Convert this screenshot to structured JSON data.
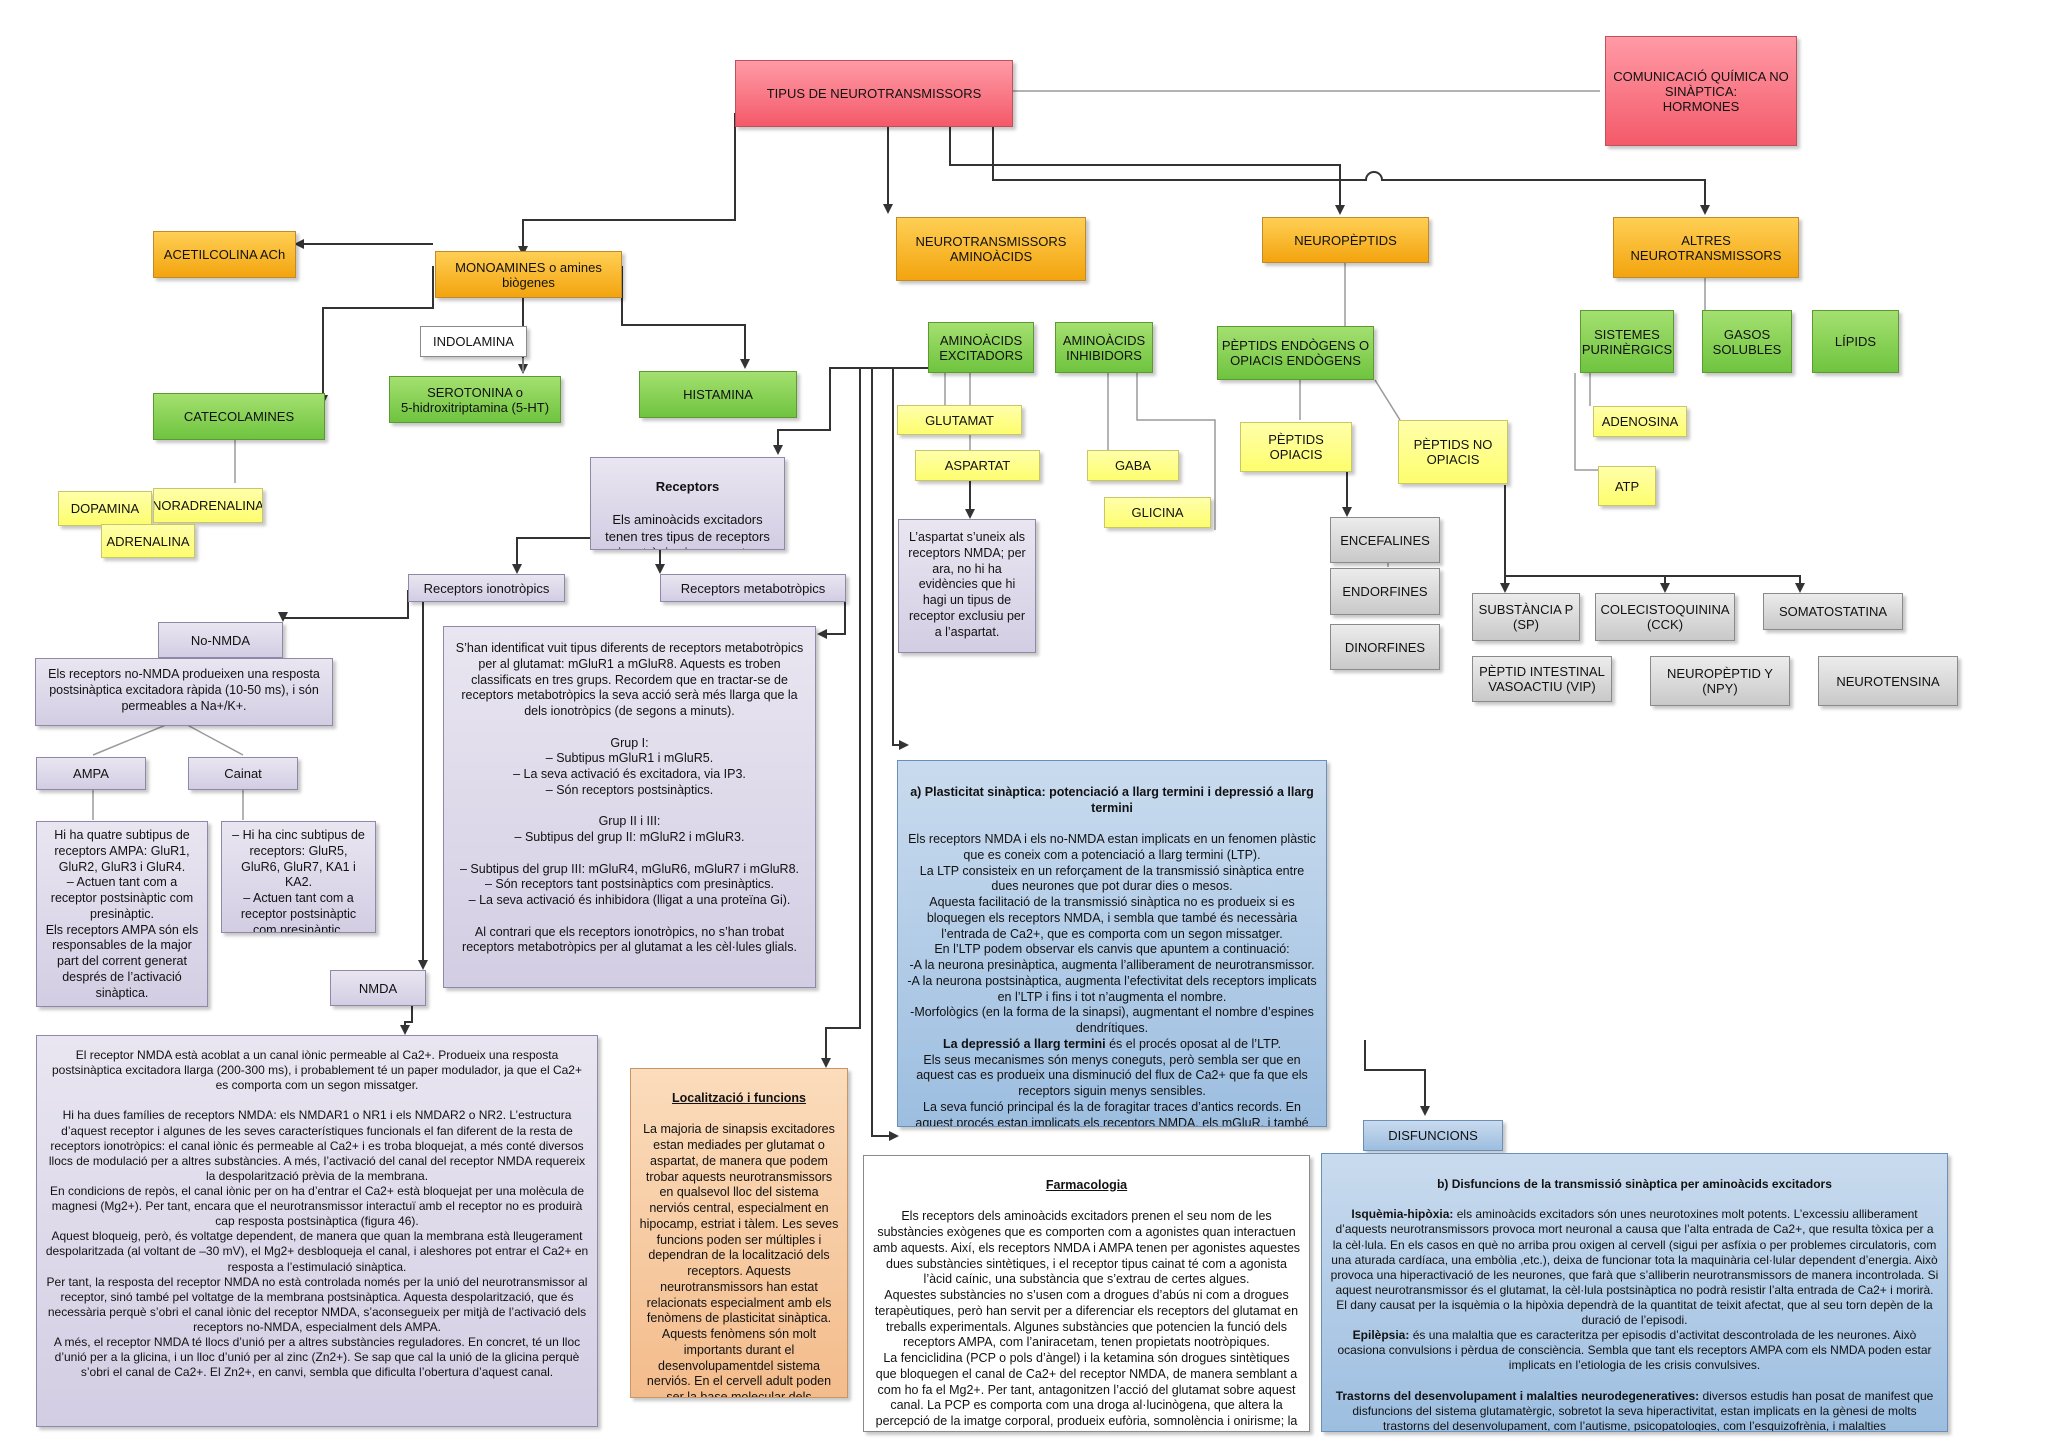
{
  "nodes": {
    "tipus": "TIPUS DE NEUROTRANSMISSORS",
    "comunicacio": "COMUNICACIÓ QUÍMICA NO\nSINÀPTICA:\nHORMONES",
    "acetilcolina": "ACETILCOLINA ACh",
    "monoamines": "MONOAMINES o amines\nbiògenes",
    "aminoacids": "NEUROTRANSMISSORS\nAMINOÀCIDS",
    "neuropeptids": "NEUROPÈPTIDS",
    "altres": "ALTRES\nNEUROTRANSMISSORS",
    "indolamina": "INDOLAMINA",
    "serotonina": "SEROTONINA o\n5-hidroxitriptamina (5-HT)",
    "histamina": "HISTAMINA",
    "catecolamines": "CATECOLAMINES",
    "dopamina": "DOPAMINA",
    "noradrenalina": "NORADRENALINA",
    "adrenalina": "ADRENALINA",
    "excitadors": "AMINOÀCIDS\nEXCITADORS",
    "inhibidors": "AMINOÀCIDS\nINHIBIDORS",
    "glutamat": "GLUTAMAT",
    "aspartat": "ASPARTAT",
    "gaba": "GABA",
    "glicina": "GLICINA",
    "aspartat_note": "L’aspartat s’uneix als receptors NMDA; per ara, no hi ha evidències que hi hagi un tipus de receptor exclusiu per a l’aspartat.",
    "peptids_endogens": "PÈPTIDS ENDÒGENS O\nOPIACIS ENDÒGENS",
    "peptids_opiacis": "PÈPTIDS OPIACIS",
    "peptids_no_opiacis": "PÈPTIDS NO\nOPIACIS",
    "encefalines": "ENCEFALINES",
    "endorfines": "ENDORFINES",
    "dinorfines": "DINORFINES",
    "substancia_p": "SUBSTÀNCIA P\n(SP)",
    "colecistoquinina": "COLECISTOQUININA\n(CCK)",
    "somatostatina": "SOMATOSTATINA",
    "vip": "PÈPTID INTESTINAL\nVASOACTIU (VIP)",
    "npy": "NEUROPÈPTID Y\n(NPY)",
    "neurotensina": "NEUROTENSINA",
    "purinergics": "SISTEMES\nPURINÈRGICS",
    "gasos": "GASOS\nSOLUBLES",
    "lipids": "LÍPIDS",
    "adenosina": "ADENOSINA",
    "atp": "ATP",
    "receptors_title": "Receptors",
    "receptors_body": "Els aminoàcids excitadors tenen tres tipus de receptors ionotròpics i un receptor metabotròpic.",
    "ionotropics": "Receptors ionotròpics",
    "metabotropics": "Receptors metabotròpics",
    "no_nmda": "No-NMDA",
    "no_nmda_desc": "Els receptors no-NMDA produeixen una resposta postsinàptica excitadora ràpida (10-50 ms), i són permeables a Na+/K+.",
    "ampa": "AMPA",
    "cainat": "Cainat",
    "ampa_desc": "Hi ha quatre subtipus de receptors AMPA: GluR1, GluR2, GluR3 i GluR4.\n– Actuen tant com a receptor postsinàptic com presinàptic.\nEls receptors AMPA són els responsables de la major part del corrent generat després de l’activació sinàptica.",
    "cainat_desc": "– Hi ha cinc subtipus de receptors: GluR5, GluR6, GluR7, KA1 i KA2.\n– Actuen tant com a receptor postsinàptic com presinàptic.",
    "nmda": "NMDA",
    "metabo_desc": "S’han identificat vuit tipus diferents de receptors metabotròpics per al glutamat: mGluR1 a mGluR8. Aquests es troben classificats en tres grups. Recordem que en tractar-se de receptors metabotròpics la seva acció serà més llarga que la dels ionotròpics (de segons a minuts).\n\nGrup I:\n– Subtipus mGluR1 i mGluR5.\n– La seva activació és excitadora, via IP3.\n– Són receptors postsinàptics.\n\nGrup II i III:\n– Subtipus del grup II: mGluR2 i mGluR3.\n\n– Subtipus del grup III: mGluR4, mGluR6, mGluR7 i mGluR8.\n– Són receptors tant postsinàptics com presinàptics.\n– La seva activació és inhibidora (lligat a una proteïna Gi).\n\nAl contrari que els receptors ionotròpics, no s’han trobat receptors metabotròpics per al glutamat a les cèl·lules glials.",
    "nmda_desc": "El receptor NMDA està acoblat a un canal iònic permeable al Ca2+. Produeix una resposta postsinàptica excitadora llarga (200-300 ms), i probablement té un paper modulador, ja que el Ca2+ es comporta com un segon missatger.\n\nHi ha dues famílies de receptors NMDA: els NMDAR1 o NR1 i els NMDAR2 o NR2. L’estructura d’aquest receptor i algunes de les seves característiques funcionals el fan diferent de la resta de receptors ionotròpics: el canal iònic és permeable al Ca2+ i es troba bloquejat, a més conté diversos llocs de modulació per a altres substàncies. A més, l’activació del canal del receptor NMDA requereix la despolarització prèvia de la membrana.\nEn condicions de repòs, el canal iònic per on ha d’entrar el Ca2+ està bloquejat per una molècula de magnesi (Mg2+). Per tant, encara que el neurotransmissor interactuï amb el receptor no es produirà cap resposta postsinàptica (figura 46).\nAquest bloqueig, però, és voltatge dependent, de manera que quan la membrana està lleugerament despolaritzada (al voltant de –30 mV), el Mg2+ desbloqueja el canal, i aleshores pot entrar el Ca2+ en resposta a l’estimulació sinàptica.\nPer tant, la resposta del receptor NMDA no està controlada només per la unió del neurotransmissor al receptor, sinó també pel voltatge de la membrana postsinàptica. Aquesta despolarització, que és necessària perquè s’obri el canal iònic del receptor NMDA, s’aconsegueix per mitjà de l’activació dels receptors no-NMDA, especialment dels AMPA.\nA més, el receptor NMDA té llocs d’unió per a altres substàncies reguladores. En concret, té un lloc d’unió per a la glicina, i un lloc d’unió per al zinc (Zn2+). Se sap que cal la unió de la glicina perquè s’obri el canal de Ca2+. El Zn2+, en canvi, sembla que dificulta l’obertura d’aquest canal.",
    "localitzacio_title": "Localització i funcions",
    "localitzacio_body": "La majoria de sinapsis excitadores estan mediades per glutamat o aspartat, de manera que podem trobar aquests neurotransmissors en qualsevol lloc del sistema nerviós central, especialment en hipocamp, estriat i tàlem. Les seves funcions poden ser múltiples i dependran de la localització dels receptors. Aquests neurotransmissors han estat relacionats especialment amb els fenòmens de plasticitat sinàptica. Aquests fenòmens són molt importants durant el desenvolupamentdel sistema nerviós. En el cervell adult poden ser la base molecular dels processos d’aprenentatge i memòria.",
    "farmacologia_title": "Farmacologia",
    "farmacologia_body": "Els receptors dels aminoàcids excitadors prenen el seu nom de les substàncies exògenes que es comporten com a agonistes quan interactuen amb aquests.  Així, els receptors NMDA i AMPA tenen per agonistes aquestes dues substàncies sintètiques, i el receptor tipus cainat té com a agonista l’àcid caínic, una substància que s’extrau de certes algues.\nAquestes substàncies no s’usen com a drogues d’abús ni com a drogues terapèutiques, però han servit per a diferenciar els receptors del glutamat en treballs experimentals. Algunes substàncies que potencien la funció dels receptors AMPA, com l’aniracetam, tenen propietats nootròpiques.\nLa fenciclidina (PCP o pols d’àngel) i la ketamina són drogues sintètiques que bloquegen el canal de Ca2+ del receptor NMDA, de manera semblant a com ho fa el Mg2+. Per tant, antagonitzen l’acció del glutamat sobre aquest canal. La PCP es comporta com una droga al·lucinògena, que altera la percepció de la imatge corporal, produeix eufòria, somnolència i onirisme; la ketamina produeix estats de dissociació.",
    "plasticitat_title": "a) Plasticitat sinàptica: potenciació a llarg termini i depressió a llarg termini",
    "plasticitat_body": "Els receptors NMDA i els no-NMDA estan implicats en un fenomen plàstic que es coneix com a potenciació a llarg termini (LTP).\nLa LTP consisteix en un reforçament de la transmissió sinàptica entre dues neurones que pot durar dies o mesos.\nAquesta facilitació de la transmissió sinàptica no es produeix si es bloquegen els receptors NMDA, i sembla que també és necessària l’entrada de Ca2+, que es comporta com un segon missatger.\nEn l’LTP podem observar els canvis que apuntem a continuació:\n-A la neurona presinàptica, augmenta l’alliberament de neurotransmissor.\n-A la neurona postsinàptica, augmenta l’efectivitat dels receptors implicats en l’LTP i fins i tot n’augmenta el nombre.\n-Morfològics (en la forma de la sinapsi), augmentant el nombre d’espines dendrítiques.",
    "depressio_title": "La depressió a llarg termini",
    "depressio_body": " és el procés oposat al de l’LTP.\nEls seus mecanismes són menys coneguts, però sembla ser que en aquest cas es produeix una disminució del flux de Ca2+ que fa que els receptors siguin menys sensibles.\nLa seva funció principal és la de foragitar traces d’antics records. En aquest procés estan implicats els receptors NMDA, els mGluR, i també altres tipus de receptors no glutamatèrgics, com els endocannabinoides.",
    "disfuncions": "DISFUNCIONS",
    "disf_title": "b) Disfuncions de la transmissió sinàptica per aminoàcids excitadors",
    "isquemia_label": "Isquèmia-hipòxia:",
    "isquemia_body": " els aminoàcids excitadors són unes neurotoxines molt potents. L’excessiu alliberament d’aquests neurotransmissors provoca mort neuronal a causa que l’alta entrada de Ca2+, que resulta tòxica per a la cèl·lula. En els casos en què no arriba prou oxigen al cervell (sigui per asfíxia o per problemes circulatoris, com una aturada cardíaca, una embòlia ,etc.), deixa de funcionar tota la maquinària cel·lular dependent d’energia. Això provoca una hiperactivació de les neurones, que farà que s’alliberin neurotransmissors de manera incontrolada. Si aquest neurotransmissor és el glutamat, la cèl·lula postsinàptica no podrà resistir l’alta entrada de Ca2+ i morirà. El dany causat per la isquèmia o la hipòxia dependrà de la quantitat de teixit afectat, que al seu torn depèn de la duració de l’episodi.",
    "epilepsia_label": "Epilèpsia:",
    "epilepsia_body": " és una malaltia que es caracteritza per episodis d’activitat descontrolada de les neurones. Això ocasiona convulsions i pèrdua de consciència. Sembla que tant els receptors AMPA com els NMDA poden estar implicats en l’etiologia de les crisis convulsives.",
    "trastorns_label": "Trastorns del desenvolupament i malalties neurodegeneratives:",
    "trastorns_body": " diversos estudis han posat de manifest que disfuncions del sistema glutamatèrgic, sobretot la seva hiperactivitat, estan implicats en la gènesi de molts trastorns del desenvolupament, com l’autisme, psicopatologies, com l’esquizofrènia, i malalties neurodegeneratives, com l’esclerosi lateral amiotròfica (ELA) i la corea de Huntington."
  },
  "colors": {
    "red": "#f45a6a",
    "orange": "#f3a40e",
    "green": "#6fc43f",
    "yellow": "#fdfd6e",
    "lavender": "#d3cde3",
    "gray": "#c9c9c9",
    "blue": "#9dbee0",
    "peach": "#f3bc8c",
    "arrow": "#333333",
    "line": "#9a9a9a"
  }
}
